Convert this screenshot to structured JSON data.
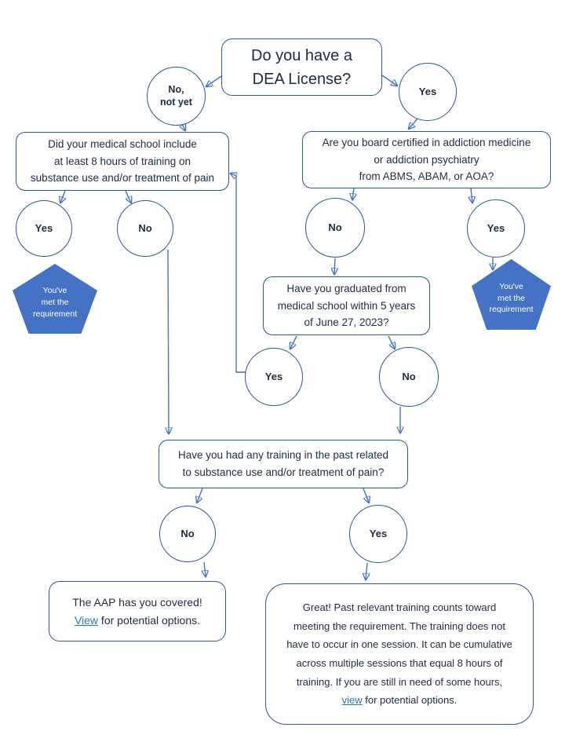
{
  "colors": {
    "accent_blue": "#4472C4",
    "border_blue": "#2F5597",
    "text_navy": "#1F2A44",
    "link_blue": "#2E74B5",
    "pentagon_fill": "#4472C4",
    "pentagon_text": "#FFFFFF"
  },
  "nodes": {
    "dea": {
      "text": "Do you have a\nDEA License?"
    },
    "no_not_yet": {
      "text": "No,\nnot yet"
    },
    "yes_top": {
      "text": "Yes"
    },
    "medschool": {
      "text": "Did your medical school include\nat least 8 hours of training on\nsubstance use and/or treatment of pain"
    },
    "board": {
      "text": "Are you board certified in addiction medicine\nor addiction psychiatry\nfrom ABMS, ABAM, or AOA?"
    },
    "medschool_yes": {
      "text": "Yes"
    },
    "medschool_no": {
      "text": "No"
    },
    "met_left": {
      "text": "You've\nmet the\nrequirement"
    },
    "board_no": {
      "text": "No"
    },
    "board_yes": {
      "text": "Yes"
    },
    "met_right": {
      "text": "You've\nmet the\nrequirement"
    },
    "graduated": {
      "text": "Have you graduated from\nmedical school within 5 years\nof June 27, 2023?"
    },
    "graduated_yes": {
      "text": "Yes"
    },
    "graduated_no": {
      "text": "No"
    },
    "past_training": {
      "text": "Have you had any training in the past related\nto substance use and/or treatment of pain?"
    },
    "past_no": {
      "text": "No"
    },
    "past_yes": {
      "text": "Yes"
    },
    "aap": {
      "line1": "The AAP has you covered!",
      "link": "View",
      "after_link": " for potential options."
    },
    "great": {
      "text": "Great! Past relevant training counts toward\nmeeting the requirement. The training does not\nhave to occur in one session. It can be cumulative\nacross multiple sessions that equal 8 hours of\ntraining. If you are still in need of some hours,",
      "link": "view",
      "after_link": " for potential options."
    }
  }
}
